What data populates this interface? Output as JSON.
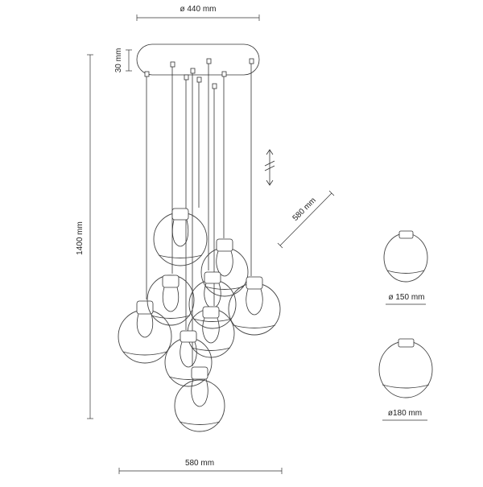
{
  "dimensions": {
    "canopy_diameter": "ø 440 mm",
    "canopy_height": "30 mm",
    "total_height": "1400 mm",
    "spread_diagonal": "580 mm",
    "spread_bottom": "580 mm",
    "shade_small": "ø 150 mm",
    "shade_large": "ø180 mm"
  },
  "icons": {
    "adjustable_cable": "adjustable-height-arrow-icon"
  }
}
